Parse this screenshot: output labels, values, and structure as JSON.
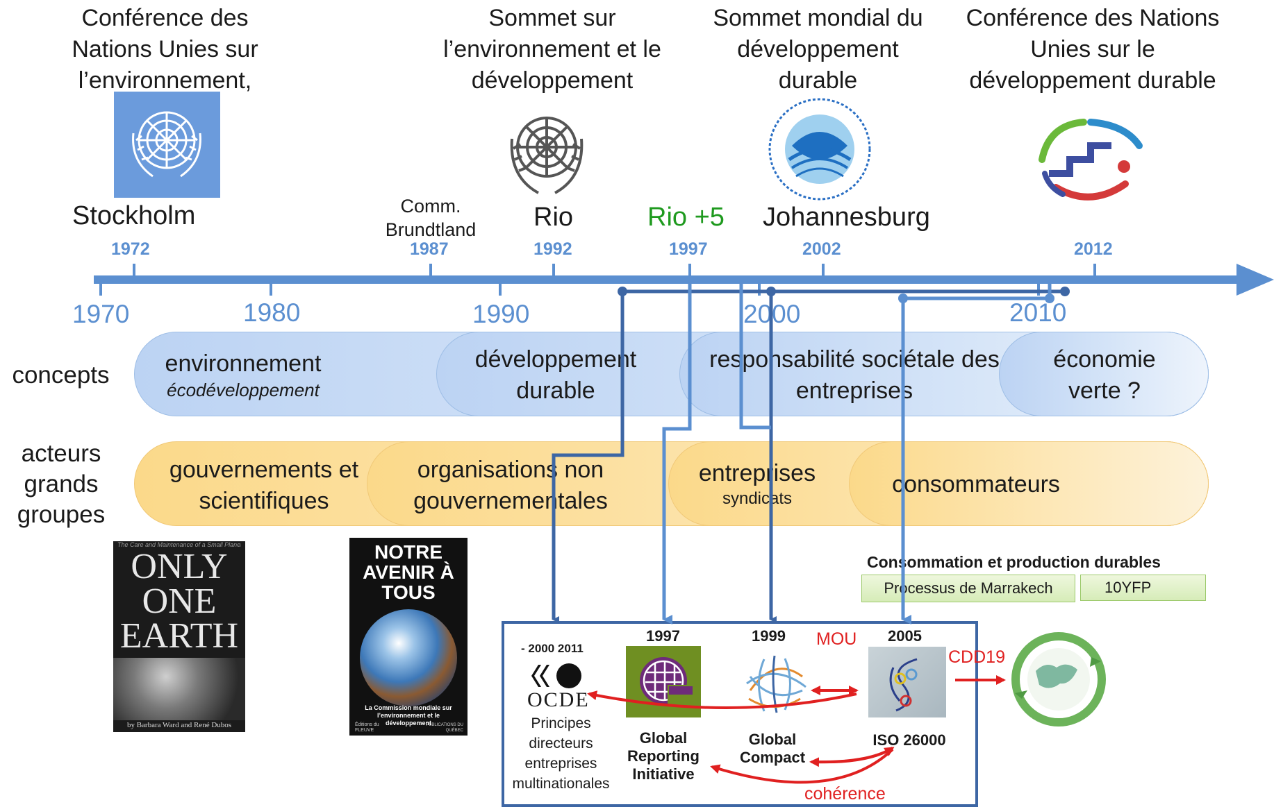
{
  "conferences": [
    {
      "title": "Conférence des Nations Unies sur l’environnement,",
      "place": "Stockholm",
      "year": "1972"
    },
    {
      "title": "Sommet sur l’environnement et le développement",
      "place": "Rio",
      "year": "1992"
    },
    {
      "title": "Sommet mondial du développement durable",
      "place": "Johannesburg",
      "year": "2002"
    },
    {
      "title": "Conférence des Nations Unies sur le développement durable",
      "year": "2012"
    }
  ],
  "brundtland": {
    "label": "Comm. Brundtland",
    "year": "1987"
  },
  "rio5": {
    "label": "Rio +5",
    "year": "1997"
  },
  "axis_years": [
    "1970",
    "1980",
    "1990",
    "2000",
    "2010"
  ],
  "rows": {
    "concepts_label": "concepts",
    "actors_label": "acteurs grands groupes"
  },
  "concepts": [
    {
      "main": "environnement",
      "sub": "écodéveloppement"
    },
    {
      "main": "développement durable"
    },
    {
      "main": "responsabilité sociétale des entreprises"
    },
    {
      "main": "économie verte ?"
    }
  ],
  "actors": [
    {
      "main": "gouvernements et scientifiques"
    },
    {
      "main": "organisations non gouvernementales"
    },
    {
      "main": "entreprises",
      "sub": "syndicats"
    },
    {
      "main": "consommateurs"
    }
  ],
  "books": {
    "only_one_earth": {
      "title": "ONLY ONE EARTH",
      "tagline": "The Care and Maintenance of a Small Planet",
      "authors": "by Barbara Ward and René Dubos"
    },
    "notre_avenir": {
      "title": "NOTRE AVENIR À TOUS",
      "caption": "La Commission mondiale sur l’environnement et le développement",
      "publisher_left": "Éditions du FLEUVE",
      "publisher_right": "PUBLICATIONS DU QUÉBEC"
    }
  },
  "scp": {
    "title": "Consommation et production durables",
    "boxes": [
      "Processus de Marrakech",
      "10YFP"
    ]
  },
  "instruments": [
    {
      "year": "- 2000 2011",
      "logo_text": "OCDE",
      "label": "Principes directeurs entreprises multinationales"
    },
    {
      "year": "1997",
      "label": "Global Reporting Initiative"
    },
    {
      "year": "1999",
      "label": "Global Compact"
    },
    {
      "year": "2005",
      "label": "ISO 26000"
    }
  ],
  "relations": {
    "mou": "MOU",
    "cdd19": "CDD19",
    "coherence": "cohérence"
  },
  "colors": {
    "axis_blue": "#5b8fd0",
    "connector_blue": "#3d66a4",
    "arrow_red": "#e02020",
    "rio5_green": "#1f9a1f"
  },
  "icons": [
    "un-emblem-icon",
    "rio-emblem-icon",
    "johannesburg-logo-icon",
    "rio20-logo-icon",
    "gri-logo-icon",
    "global-compact-logo-icon",
    "iso26000-logo-icon",
    "marrakech-process-logo-icon"
  ]
}
